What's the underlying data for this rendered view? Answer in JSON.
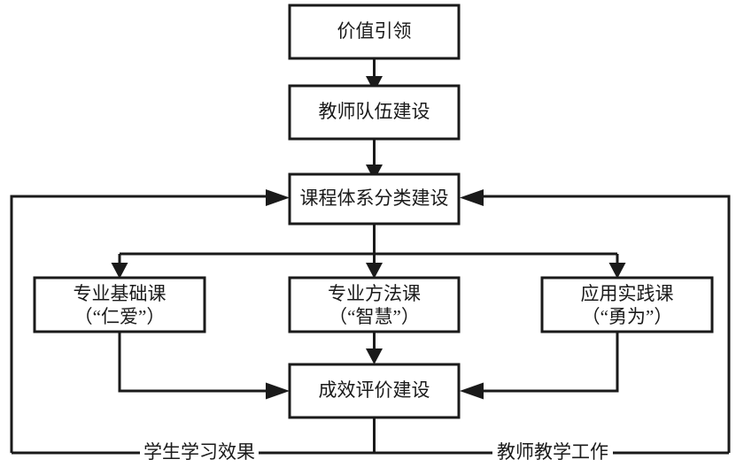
{
  "diagram": {
    "type": "flowchart",
    "colors": {
      "stroke": "#1a1a1a",
      "box_fill": "#ffffff",
      "background": "#ffffff"
    },
    "nodes": {
      "value_guidance": {
        "label": "价值引领"
      },
      "teacher_team": {
        "label": "教师队伍建设"
      },
      "course_system": {
        "label": "课程体系分类建设"
      },
      "basic_course": {
        "line1": "专业基础课",
        "line2": "（“仁爱”）"
      },
      "method_course": {
        "line1": "专业方法课",
        "line2": "（“智慧”）"
      },
      "practice_course": {
        "line1": "应用实践课",
        "line2": "（“勇为”）"
      },
      "evaluation": {
        "label": "成效评价建设"
      }
    },
    "edge_labels": {
      "student_effect": "学生学习效果",
      "teacher_work": "教师教学工作"
    }
  }
}
